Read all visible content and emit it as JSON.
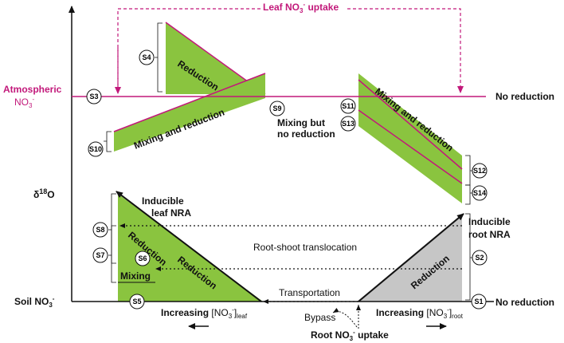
{
  "colors": {
    "green_fill": "#8ac43f",
    "gray_fill": "#c6c6c6",
    "pink": "#c2187a",
    "axis": "#111111"
  },
  "axis": {
    "y_label": "δ",
    "y_label_sup": "18",
    "y_label_tail": "O"
  },
  "top": {
    "leaf_uptake_label": "Leaf NO",
    "leaf_uptake_sub": "3",
    "leaf_uptake_sup": "-",
    "leaf_uptake_tail": " uptake"
  },
  "left_labels": {
    "atmospheric": "Atmospheric",
    "atmospheric_no3": "NO",
    "atmospheric_no3_sub": "3",
    "atmospheric_no3_sup": "-",
    "soil": "Soil NO",
    "soil_sub": "3",
    "soil_sup": "-"
  },
  "right_labels": {
    "no_reduction_top": "No reduction",
    "no_reduction_bottom": "No reduction",
    "inducible_root_1": "Inducible",
    "inducible_root_2": "root NRA"
  },
  "shapes": {
    "top_reduction": "Reduction",
    "mixing_reduction_left": "Mixing and reduction",
    "mixing_reduction_right": "Mixing and reduction",
    "leaf_reduction_1": "Reduction",
    "leaf_reduction_2": "Reduction",
    "leaf_mixing": "Mixing",
    "root_reduction": "Reduction"
  },
  "annotations": {
    "mixing_no_reduction_1": "Mixing but",
    "mixing_no_reduction_2": "no reduction",
    "inducible_leaf_1": "Inducible",
    "inducible_leaf_2": "leaf NRA",
    "root_shoot": "Root-shoot translocation",
    "transportation": "Transportation",
    "bypass": "Bypass"
  },
  "bottom": {
    "increasing_leaf": "Increasing ",
    "increasing_leaf_no3": "[NO",
    "increasing_leaf_sub": "3",
    "increasing_leaf_sup": "-",
    "increasing_leaf_close": "]",
    "increasing_leaf_tail": "leaf",
    "increasing_root": "Increasing ",
    "increasing_root_no3": "[NO",
    "increasing_root_sub": "3",
    "increasing_root_sup": "-",
    "increasing_root_close": "]",
    "increasing_root_tail": "root",
    "root_uptake": "Root NO",
    "root_uptake_sub": "3",
    "root_uptake_sup": "-",
    "root_uptake_tail": " uptake"
  },
  "scenarios": [
    "S1",
    "S2",
    "S3",
    "S4",
    "S5",
    "S6",
    "S7",
    "S8",
    "S9",
    "S10",
    "S11",
    "S12",
    "S13",
    "S14"
  ]
}
